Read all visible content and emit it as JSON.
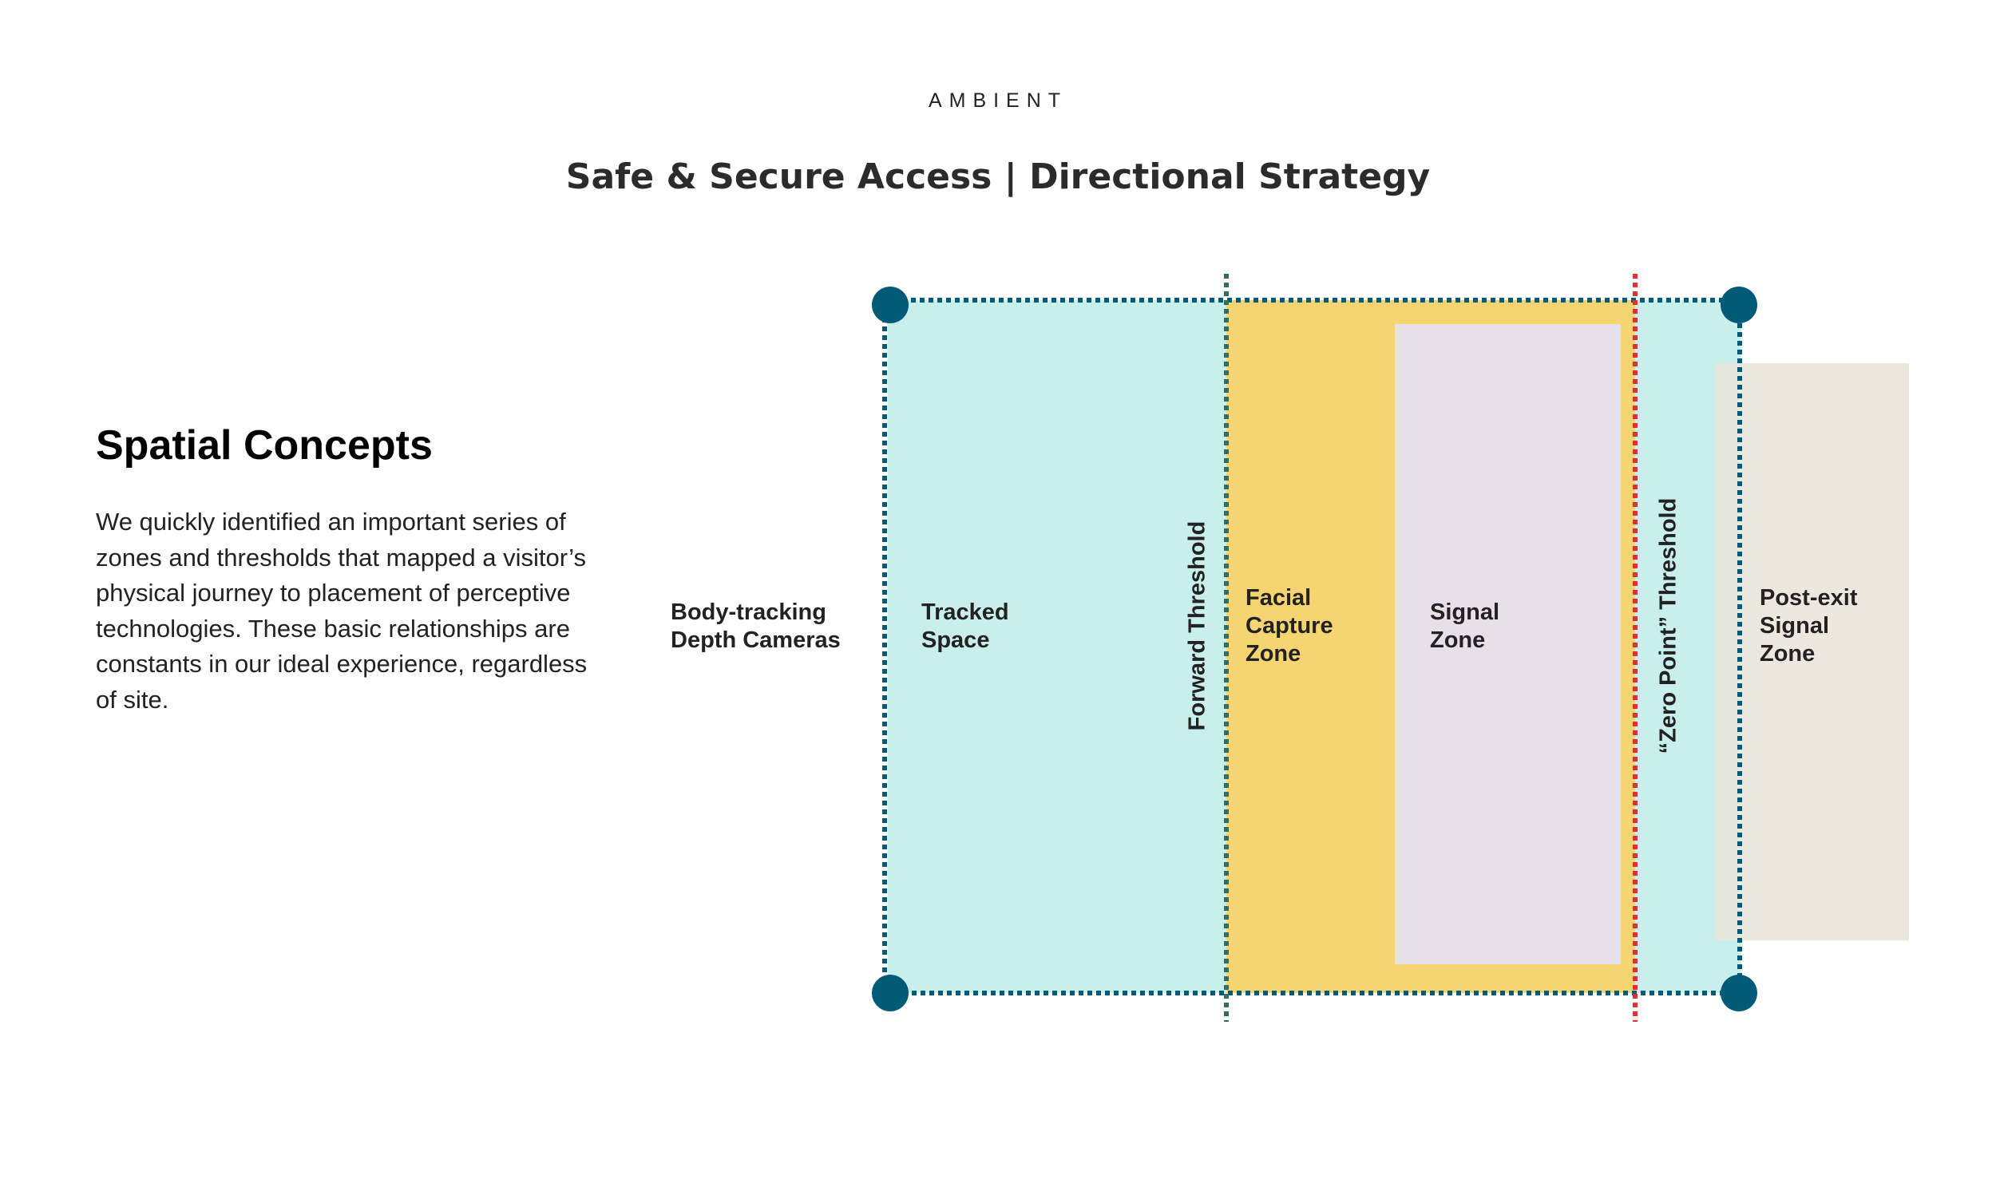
{
  "header": {
    "brand": "AMBIENT",
    "title": "Safe & Secure Access | Directional Strategy"
  },
  "intro": {
    "heading": "Spatial Concepts",
    "body": "We quickly identified an important series of zones and thresholds that mapped a visitor’s physical journey to placement of perceptive technologies. These basic relationships are constants in our ideal experience, regardless of site."
  },
  "diagram": {
    "labels": {
      "cameras": "Body-tracking\nDepth Cameras",
      "tracked_space": "Tracked\nSpace",
      "forward_threshold": "Forward Threshold",
      "facial_capture_zone": "Facial\nCapture\nZone",
      "signal_zone": "Signal\nZone",
      "zero_point_threshold": "“Zero Point” Threshold",
      "post_exit_signal_zone": "Post-exit\nSignal\nZone"
    },
    "colors": {
      "tracked_space": "#c9efec",
      "facial_capture_zone": "#f6d472",
      "signal_zone": "#e6e0eb",
      "post_exit_zone": "#e9e7dc",
      "camera_node": "#005a78",
      "forward_threshold_line": "#2f6e63",
      "zero_point_line": "#e0312f"
    }
  }
}
